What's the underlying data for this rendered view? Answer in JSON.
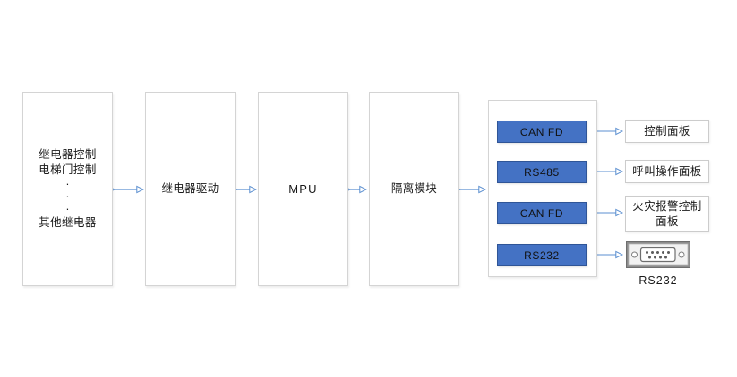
{
  "diagram": {
    "title": "Relay / MPU bus architecture block diagram",
    "background": "#ffffff",
    "accent_blue": "#4472C4",
    "arrow_color": "#5B8FD0",
    "border_gray": "#d4d4d4"
  },
  "blocks": [
    {
      "id": "relay-control",
      "lines": [
        "继电器控制",
        "电梯门控制",
        "·",
        "·",
        "·",
        "其他继电器"
      ]
    },
    {
      "id": "relay-driver",
      "label": "继电器驱动"
    },
    {
      "id": "mpu",
      "label": "MPU"
    },
    {
      "id": "isolation",
      "label": "隔离模块"
    }
  ],
  "bus_container": {
    "id": "bus-interfaces",
    "interfaces": [
      {
        "id": "can-fd-1",
        "label": "CAN FD"
      },
      {
        "id": "rs485",
        "label": "RS485"
      },
      {
        "id": "can-fd-2",
        "label": "CAN FD"
      },
      {
        "id": "rs232",
        "label": "RS232"
      }
    ]
  },
  "peripherals": [
    {
      "id": "control-panel",
      "label": "控制面板"
    },
    {
      "id": "call-panel",
      "label": "呼叫操作面板"
    },
    {
      "id": "fire-alarm-panel",
      "label": "火灾报警控制面板"
    }
  ],
  "connector": {
    "id": "db9-connector",
    "icon": "db9-serial-port-icon",
    "caption": "RS232"
  }
}
